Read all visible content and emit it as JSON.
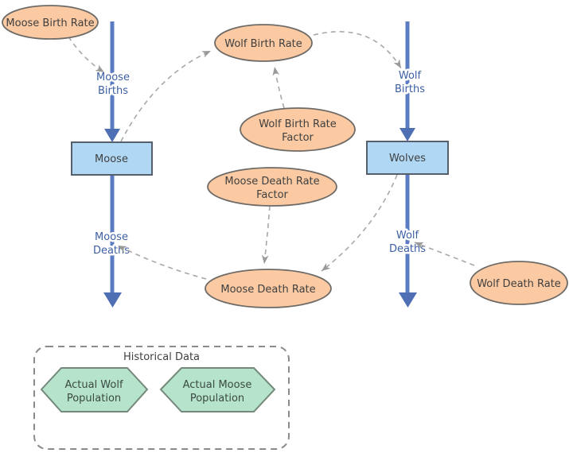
{
  "colors": {
    "variable_fill": "#fbcaa3",
    "variable_border": "#6e6a66",
    "stock_fill": "#b0d8f5",
    "stock_border": "#56606c",
    "flow_pipe": "#5b7cc2",
    "flow_arrowhead": "#4f6fb5",
    "flow_label_text": "#3c5fa4",
    "connector_gray": "#a8a8a8",
    "hexagon_fill": "#b6e3cb",
    "hexagon_border": "#74897c",
    "node_text": "#3f3f3f",
    "frame_border": "#8a8a8a"
  },
  "nodes": {
    "moose_birth_rate": {
      "label": "Moose Birth Rate"
    },
    "wolf_birth_rate": {
      "label": "Wolf Birth Rate"
    },
    "wolf_birth_rate_factor": {
      "line1": "Wolf Birth Rate",
      "line2": "Factor"
    },
    "moose_death_rate_factor": {
      "line1": "Moose Death Rate",
      "line2": "Factor"
    },
    "moose_death_rate": {
      "label": "Moose Death Rate"
    },
    "wolf_death_rate": {
      "label": "Wolf Death Rate"
    }
  },
  "stocks": {
    "moose": {
      "label": "Moose"
    },
    "wolves": {
      "label": "Wolves"
    }
  },
  "flows": {
    "moose_births": {
      "line1": "Moose",
      "line2": "Births"
    },
    "moose_deaths": {
      "line1": "Moose",
      "line2": "Deaths"
    },
    "wolf_births": {
      "line1": "Wolf",
      "line2": "Births"
    },
    "wolf_deaths": {
      "line1": "Wolf",
      "line2": "Deaths"
    }
  },
  "historical_data": {
    "title": "Historical Data",
    "actual_wolf_population": {
      "line1": "Actual Wolf",
      "line2": "Population"
    },
    "actual_moose_population": {
      "line1": "Actual Moose",
      "line2": "Population"
    }
  }
}
